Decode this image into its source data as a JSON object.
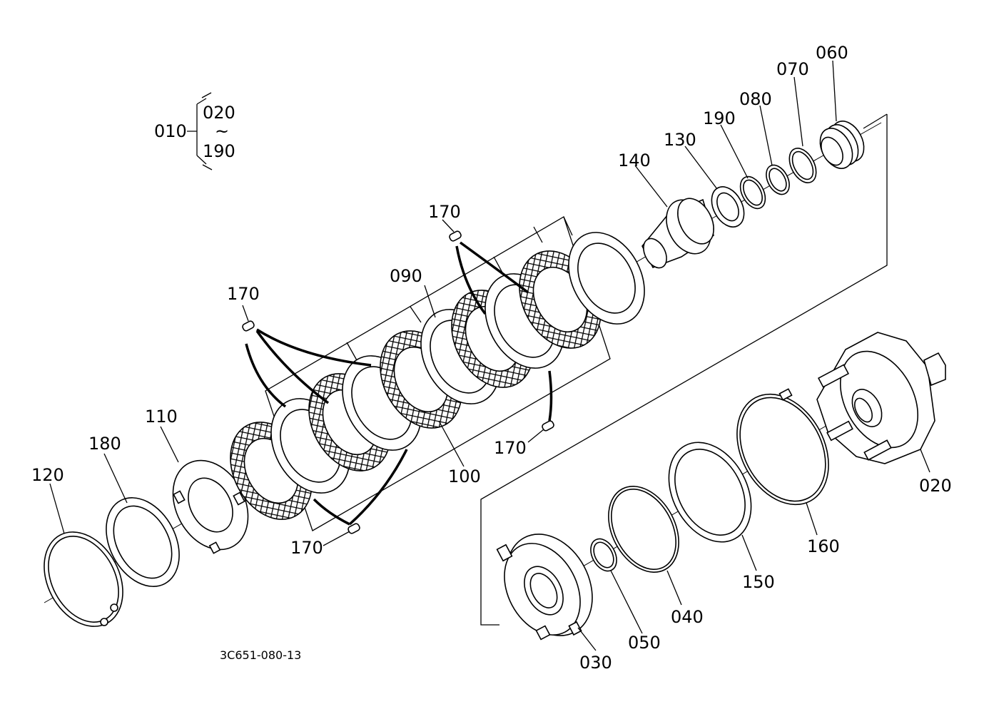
{
  "group": {
    "main": "010",
    "range_start": "020",
    "range_sep": "~",
    "range_end": "190"
  },
  "callouts": {
    "p020": "020",
    "p030": "030",
    "p040": "040",
    "p050": "050",
    "p060": "060",
    "p070": "070",
    "p080": "080",
    "p090": "090",
    "p100": "100",
    "p110": "110",
    "p120": "120",
    "p130": "130",
    "p140": "140",
    "p150": "150",
    "p160": "160",
    "p170a": "170",
    "p170b": "170",
    "p170c": "170",
    "p170d": "170",
    "p180": "180",
    "p190": "190"
  },
  "drawing_code": "3C651-080-13"
}
